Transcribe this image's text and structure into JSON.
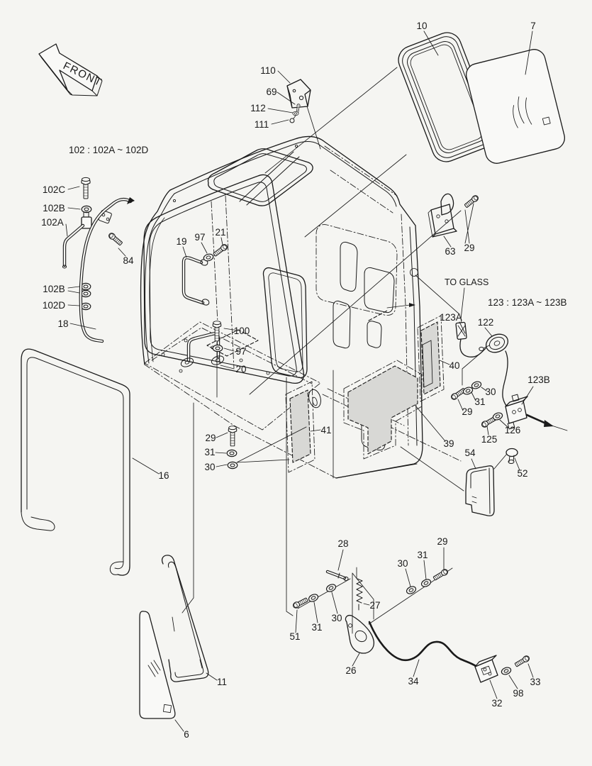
{
  "page": {
    "background": "#f5f5f2",
    "line_color": "#1a1a1a",
    "shaded_panel_fill": "#d8d8d5"
  },
  "annotations": {
    "front_arrow": "FRONT",
    "note_102": "102 : 102A ~ 102D",
    "note_123": "123 : 123A ~ 123B",
    "to_glass": "TO GLASS"
  },
  "parts": {
    "6": "6",
    "7": "7",
    "10": "10",
    "11": "11",
    "16": "16",
    "18": "18",
    "19": "19",
    "20": "20",
    "21": "21",
    "26": "26",
    "27": "27",
    "28": "28",
    "29": "29",
    "30": "30",
    "31": "31",
    "32": "32",
    "33": "33",
    "34": "34",
    "39": "39",
    "40": "40",
    "41": "41",
    "51": "51",
    "52": "52",
    "54": "54",
    "63": "63",
    "69": "69",
    "84": "84",
    "97": "97",
    "98": "98",
    "100": "100",
    "102A": "102A",
    "102B": "102B",
    "102C": "102C",
    "102D": "102D",
    "110": "110",
    "111": "111",
    "112": "112",
    "122": "122",
    "123A": "123A",
    "123B": "123B",
    "125": "125",
    "126": "126"
  }
}
